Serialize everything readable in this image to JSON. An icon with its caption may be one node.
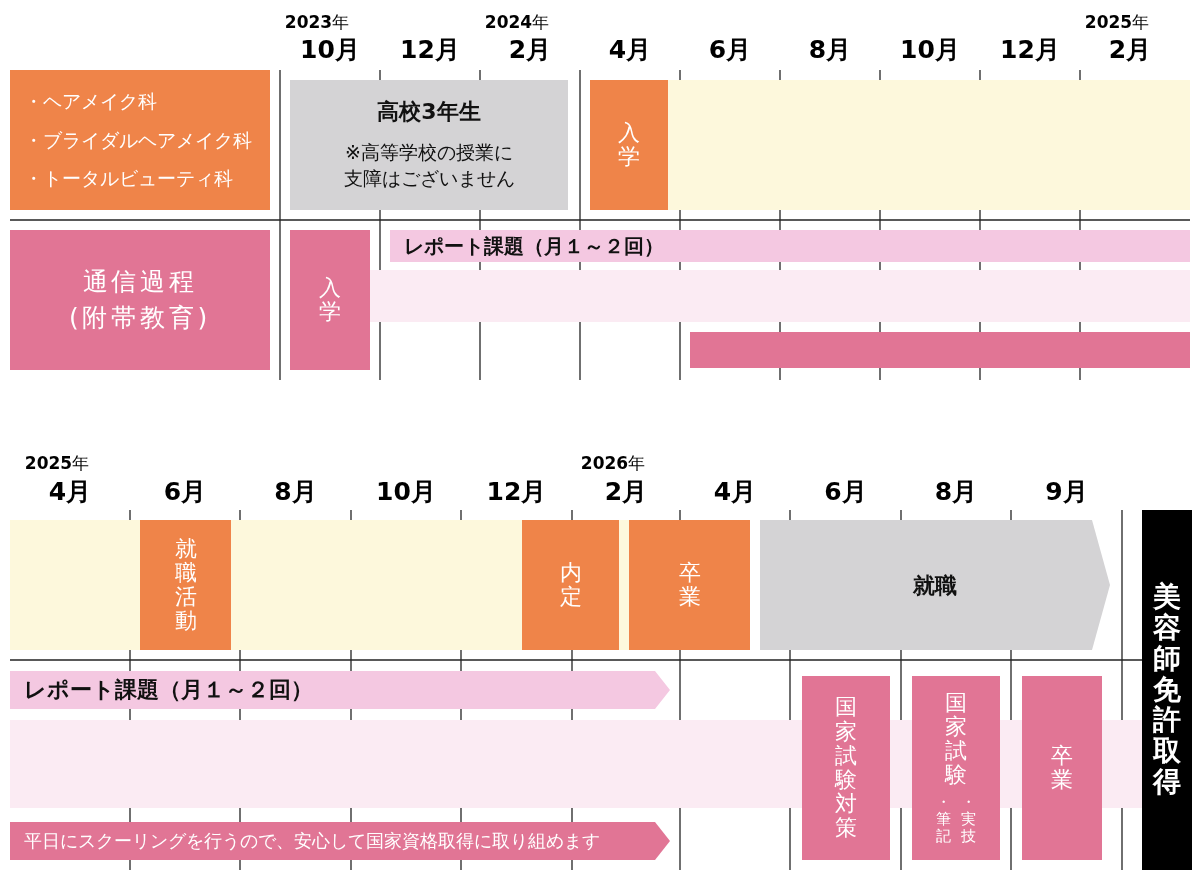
{
  "diagram": {
    "nodes": [
      {
        "text": [
          "・ヘアメイク科",
          "・ブライダルヘアメイク科",
          "・トータルビューティ科"
        ]
      },
      {
        "text": [
          "高校3年生",
          "※高等学校の授業に支障はございません"
        ]
      },
      {
        "text": [
          "入学"
        ]
      },
      {
        "text": [],
        "shape": "bar"
      },
      {
        "text": [
          "通信過程(附帯教育)"
        ]
      },
      {
        "text": [
          "入学"
        ]
      },
      {
        "text": [
          "レポート課題（月１～２回）"
        ]
      },
      {
        "text": [],
        "shape": "bar"
      },
      {
        "text": [],
        "shape": "bar"
      },
      {
        "text": [],
        "shape": "bar"
      },
      {
        "text": [
          "就職活動"
        ],
        "in": 9
      },
      {
        "text": [
          "内定"
        ],
        "in": 9
      },
      {
        "text": [
          "卒業"
        ]
      },
      {
        "text": [
          "就職"
        ]
      },
      {
        "text": [
          "美容師免許取得"
        ]
      },
      {
        "text": [
          "レポート課題（月１～２回）"
        ]
      },
      {
        "text": [],
        "shape": "bar"
      },
      {
        "text": [
          "平日にスクーリングを行うので、安心して国家資格取得に取り組めます"
        ]
      },
      {
        "text": [
          "国家試験対策"
        ]
      },
      {
        "text": [
          "国家試験",
          "・筆記",
          "・実技"
        ]
      },
      {
        "text": [
          "卒業"
        ]
      }
    ],
    "labels": [
      "**2023**年",
      "10月",
      "12月",
      "**2024**年",
      "2月",
      "4月",
      "6月",
      "8月",
      "10月",
      "12月",
      "**2025**年",
      "2月",
      "**2025**年",
      "4月",
      "6月",
      "8月",
      "10月",
      "12月",
      "**2026**年",
      "2月",
      "4月",
      "6月",
      "8月",
      "9月"
    ]
  }
}
